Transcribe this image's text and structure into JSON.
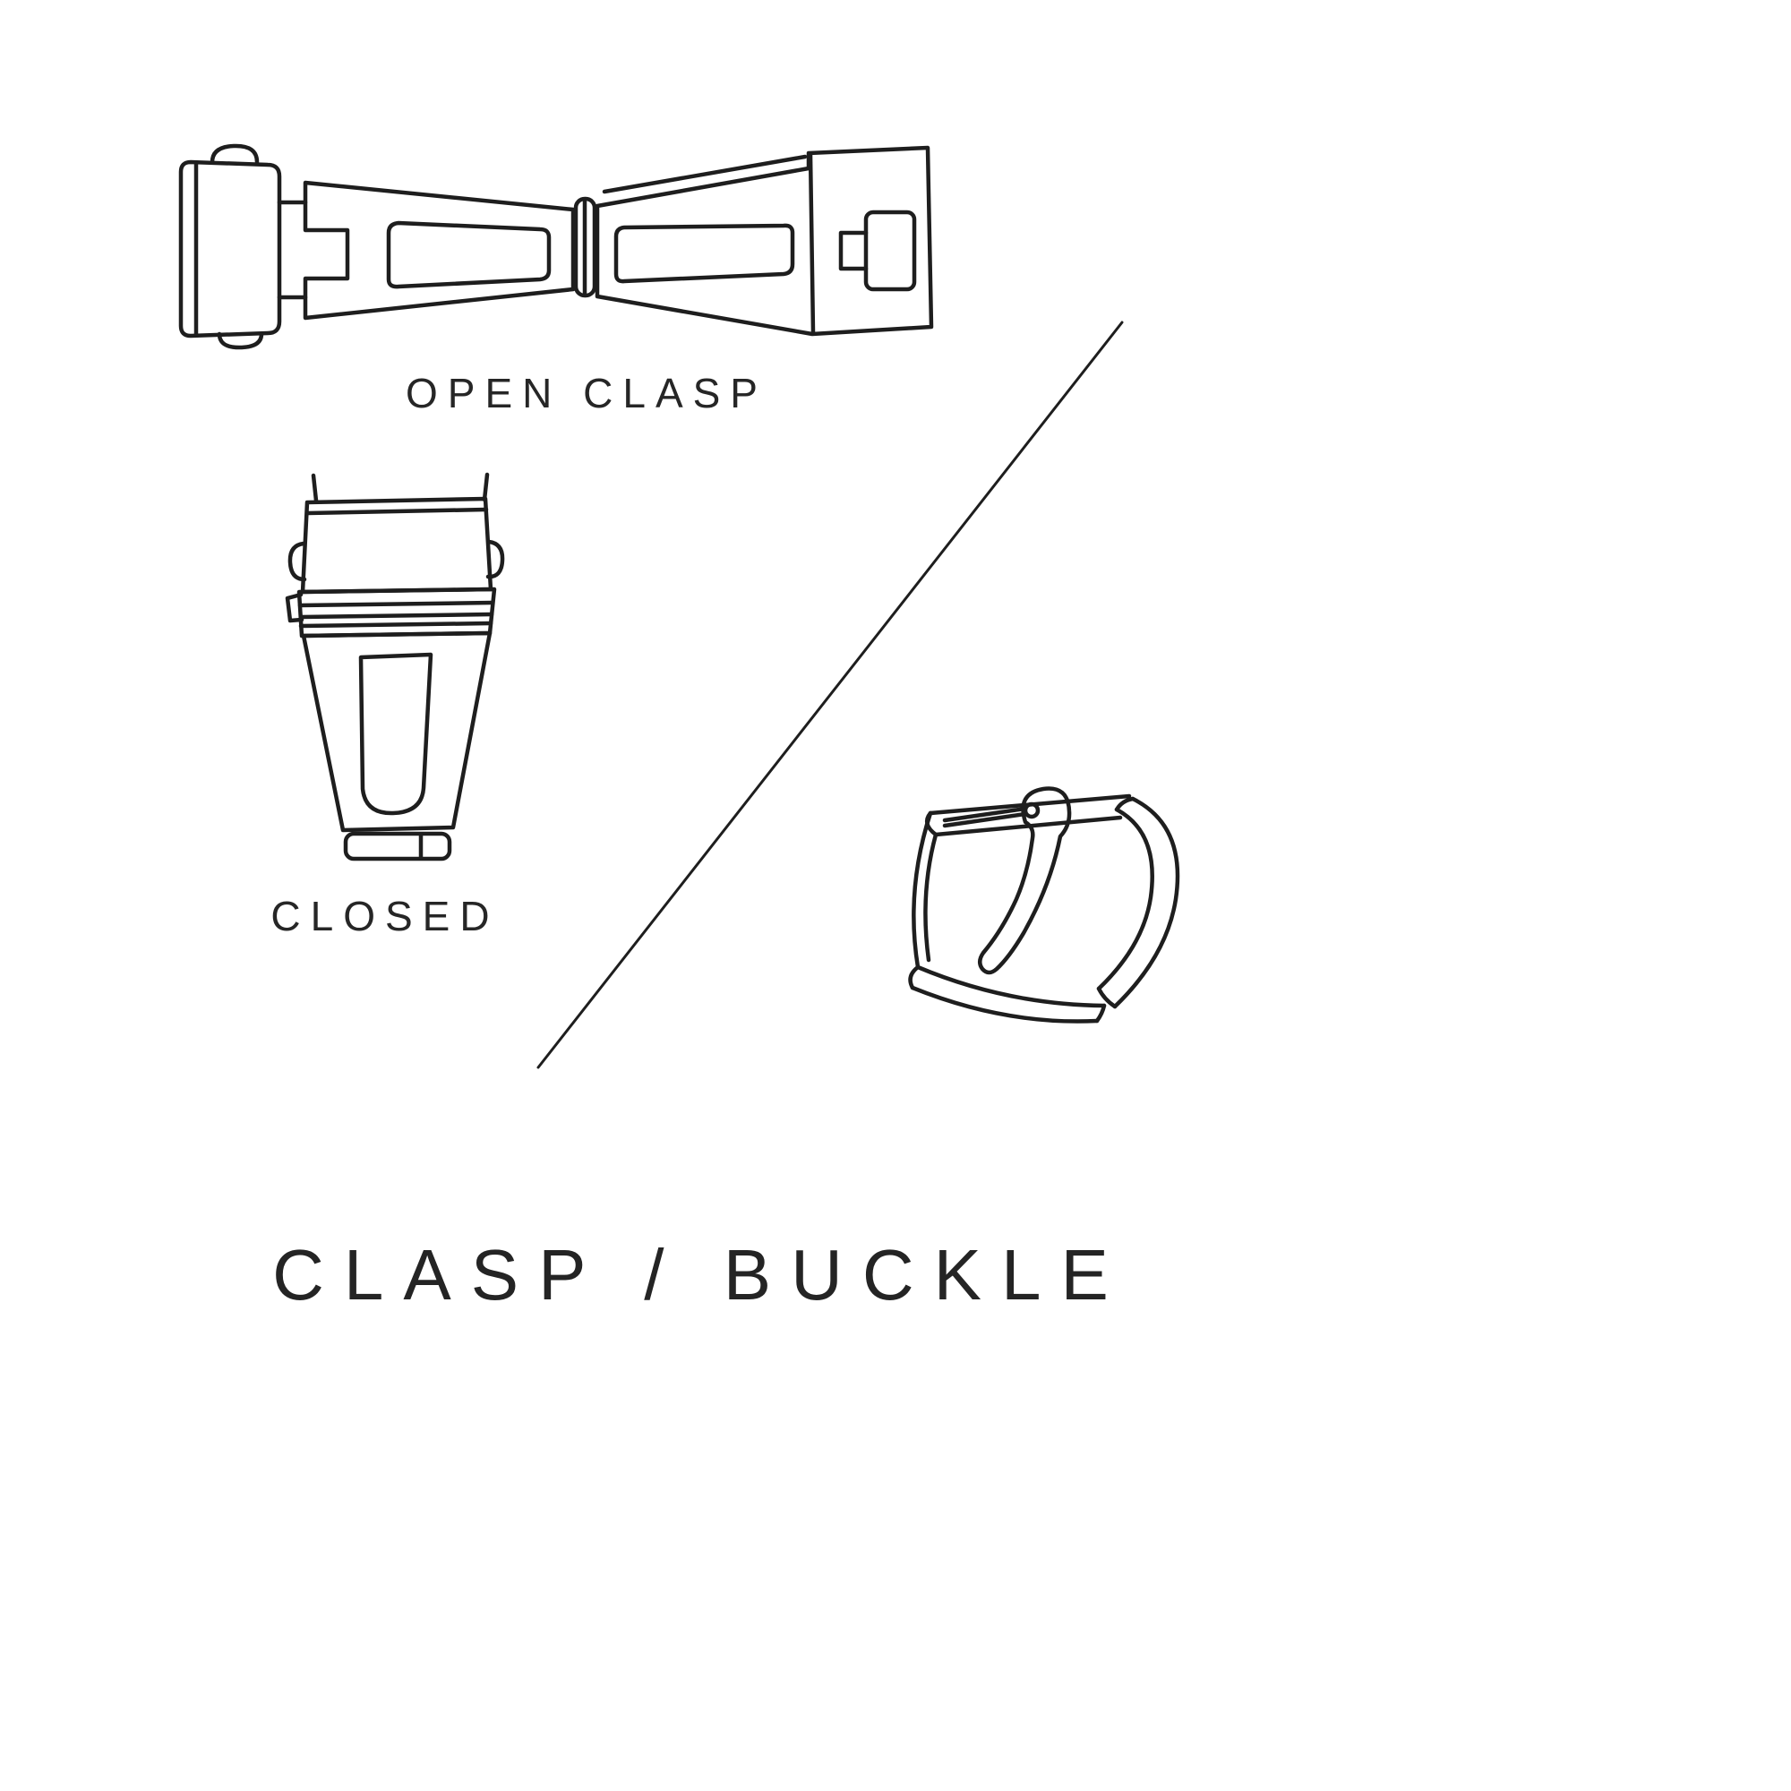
{
  "title": "CLASP / BUCKLE",
  "labels": {
    "open_clasp": "OPEN CLASP",
    "closed": "CLOSED"
  },
  "colors": {
    "background": "#ffffff",
    "line": "#1e1e1e",
    "text": "#262626"
  }
}
